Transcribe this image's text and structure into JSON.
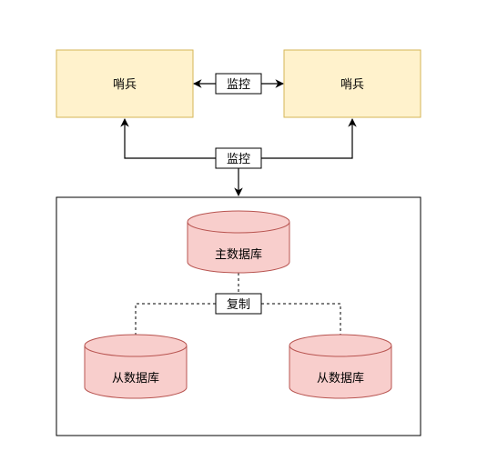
{
  "sentinels": {
    "left_label": "哨兵",
    "right_label": "哨兵"
  },
  "monitor": {
    "top_label": "监控",
    "middle_label": "监控"
  },
  "cluster": {
    "master_label": "主数据库",
    "replicate_label": "复制",
    "slave_left_label": "从数据库",
    "slave_right_label": "从数据库"
  },
  "colors": {
    "sentinel_fill": "#fff2cc",
    "sentinel_stroke": "#d6b656",
    "db_fill": "#f8cecc",
    "db_stroke": "#b85450",
    "line": "#000000"
  }
}
